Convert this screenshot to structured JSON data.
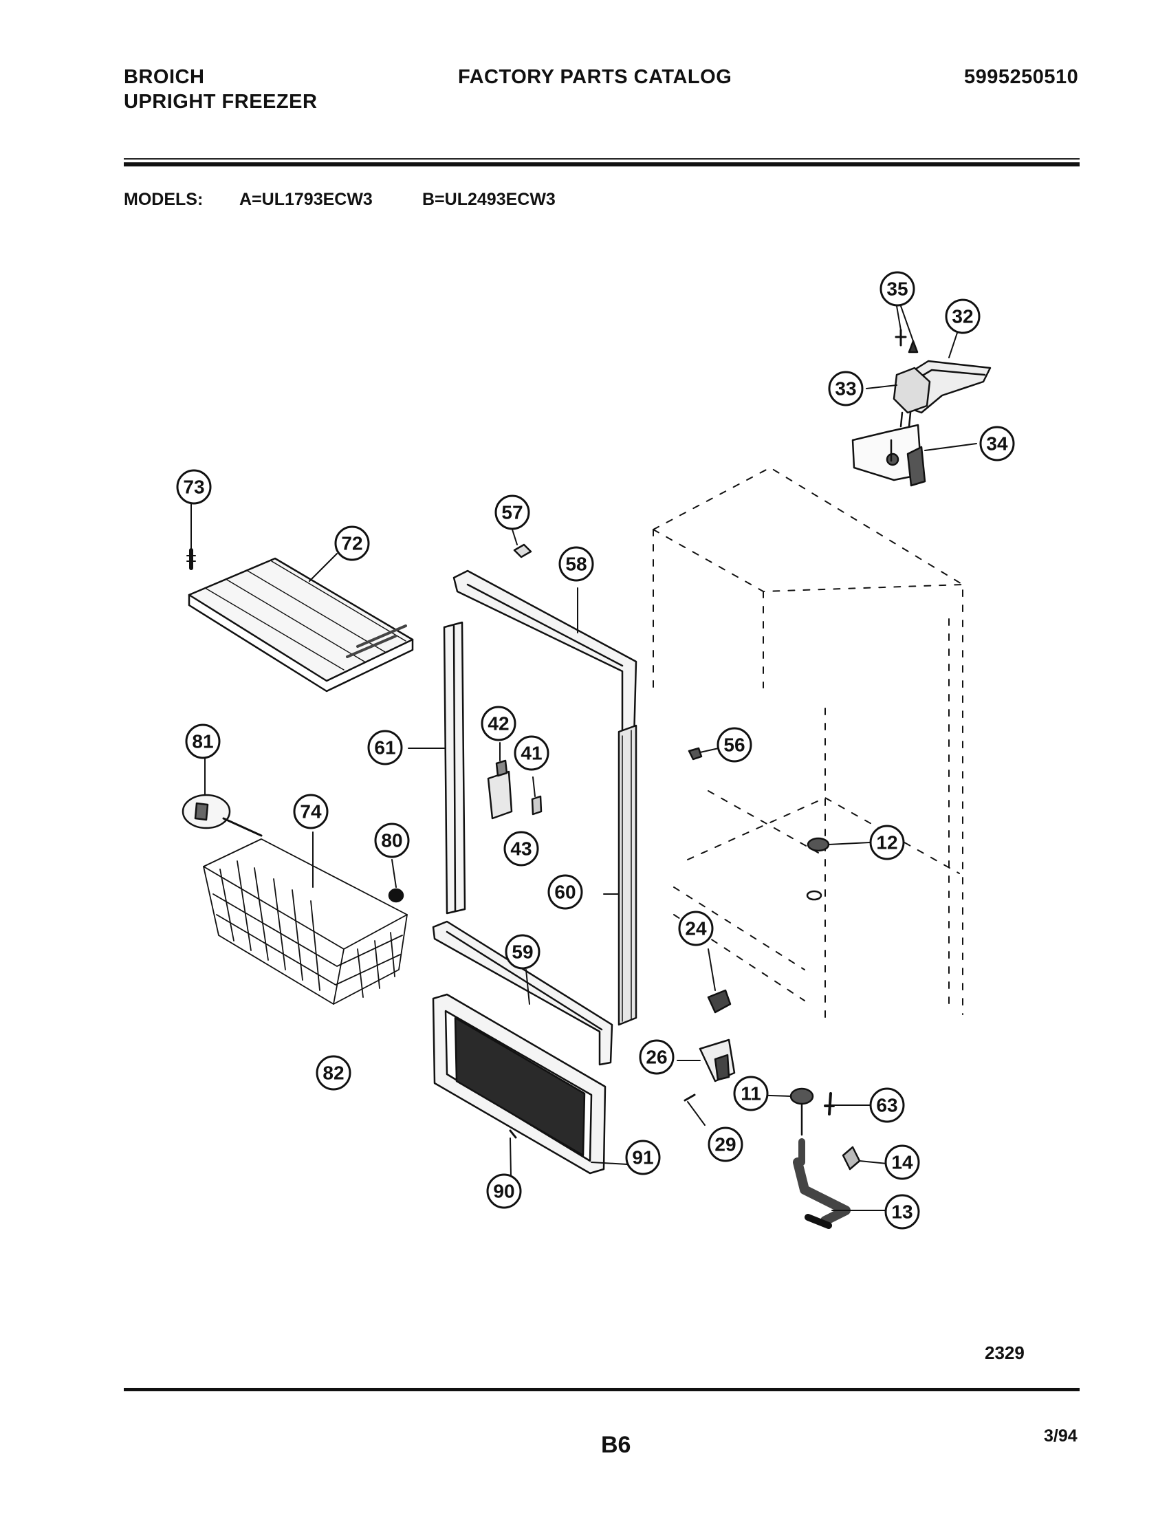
{
  "header": {
    "brand": "BROICH",
    "product": "UPRIGHT FREEZER",
    "catalog_title": "FACTORY PARTS CATALOG",
    "part_number": "5995250510"
  },
  "models": {
    "label": "MODELS:",
    "model_a": "A=UL1793ECW3",
    "model_b": "B=UL2493ECW3"
  },
  "diagram": {
    "callouts": [
      "35",
      "32",
      "33",
      "34",
      "73",
      "72",
      "57",
      "58",
      "42",
      "41",
      "56",
      "81",
      "61",
      "74",
      "80",
      "43",
      "12",
      "60",
      "24",
      "59",
      "82",
      "26",
      "11",
      "63",
      "29",
      "91",
      "14",
      "90",
      "13"
    ]
  },
  "footer": {
    "drawing_id": "2329",
    "page": "B6",
    "date": "3/94"
  }
}
